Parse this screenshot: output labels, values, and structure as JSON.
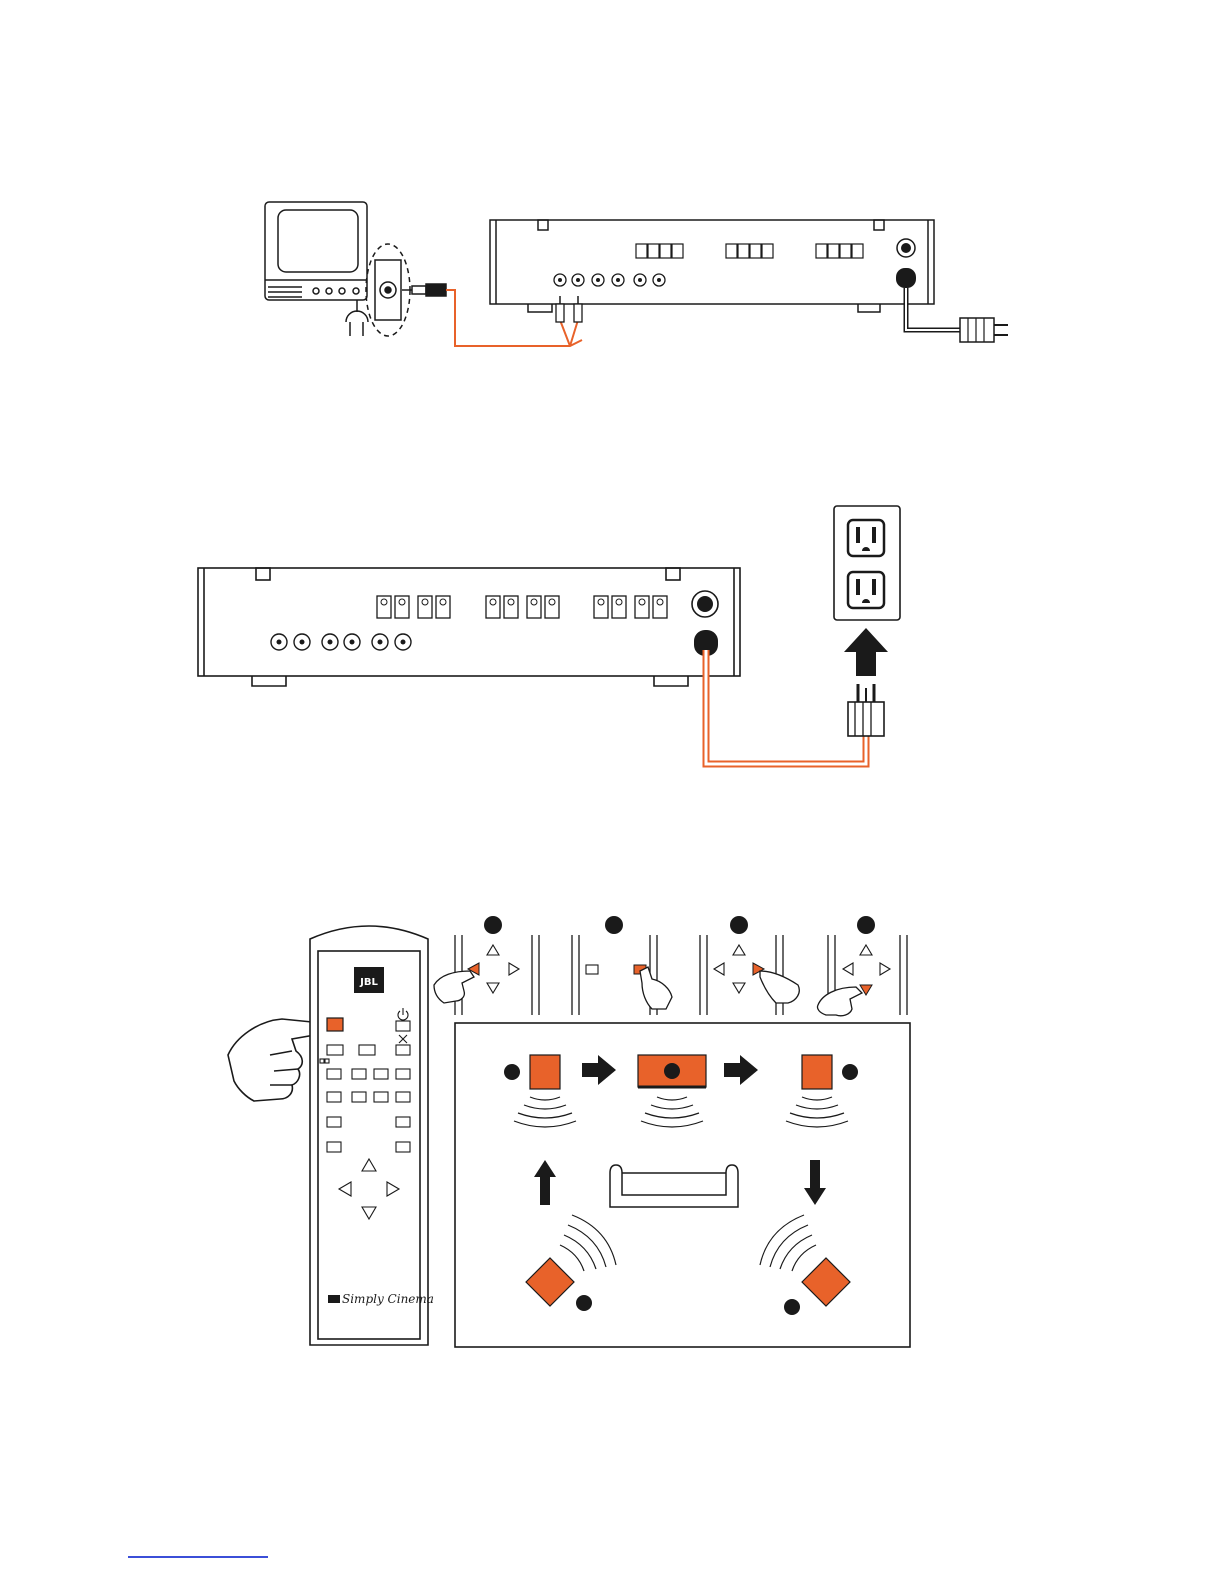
{
  "colors": {
    "line": "#1a1a1a",
    "accent": "#e8622a",
    "background": "#ffffff",
    "footer_rule": "#3b4fd8"
  },
  "remote": {
    "logo": "JBL",
    "brand": "Simply Cinema"
  },
  "figures": [
    {
      "id": "fig1",
      "content": "tv-to-receiver-connection"
    },
    {
      "id": "fig2",
      "content": "receiver-to-wall-outlet-connection"
    },
    {
      "id": "fig3",
      "content": "remote-test-tone-speaker-sequence"
    }
  ]
}
